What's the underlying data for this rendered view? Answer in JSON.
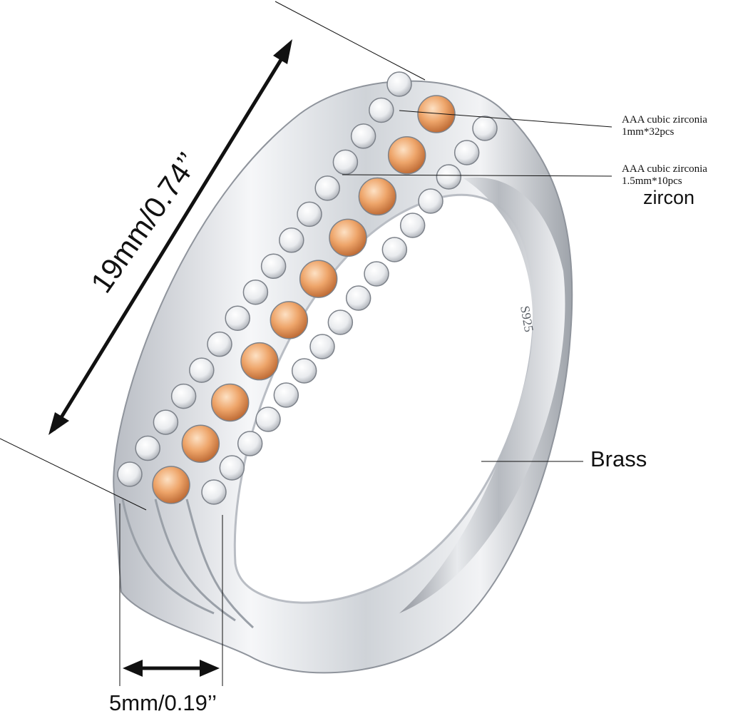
{
  "annotations": {
    "stone_small": {
      "line1": "AAA cubic zirconia",
      "line2": "1mm*32pcs"
    },
    "stone_large": {
      "line1": "AAA cubic zirconia",
      "line2": "1.5mm*10pcs"
    },
    "zircon_label": "zircon",
    "band_material": "Brass",
    "band_length": "19mm/0.74’’",
    "band_width": "5mm/0.19’’",
    "hallmark": "S925"
  },
  "colors": {
    "metal": "#e4e6ea",
    "metal_shadow": "#8f949c",
    "white_stone": "#f4f5f7",
    "champagne_stone": "#e9a46d",
    "ink": "#111111"
  }
}
